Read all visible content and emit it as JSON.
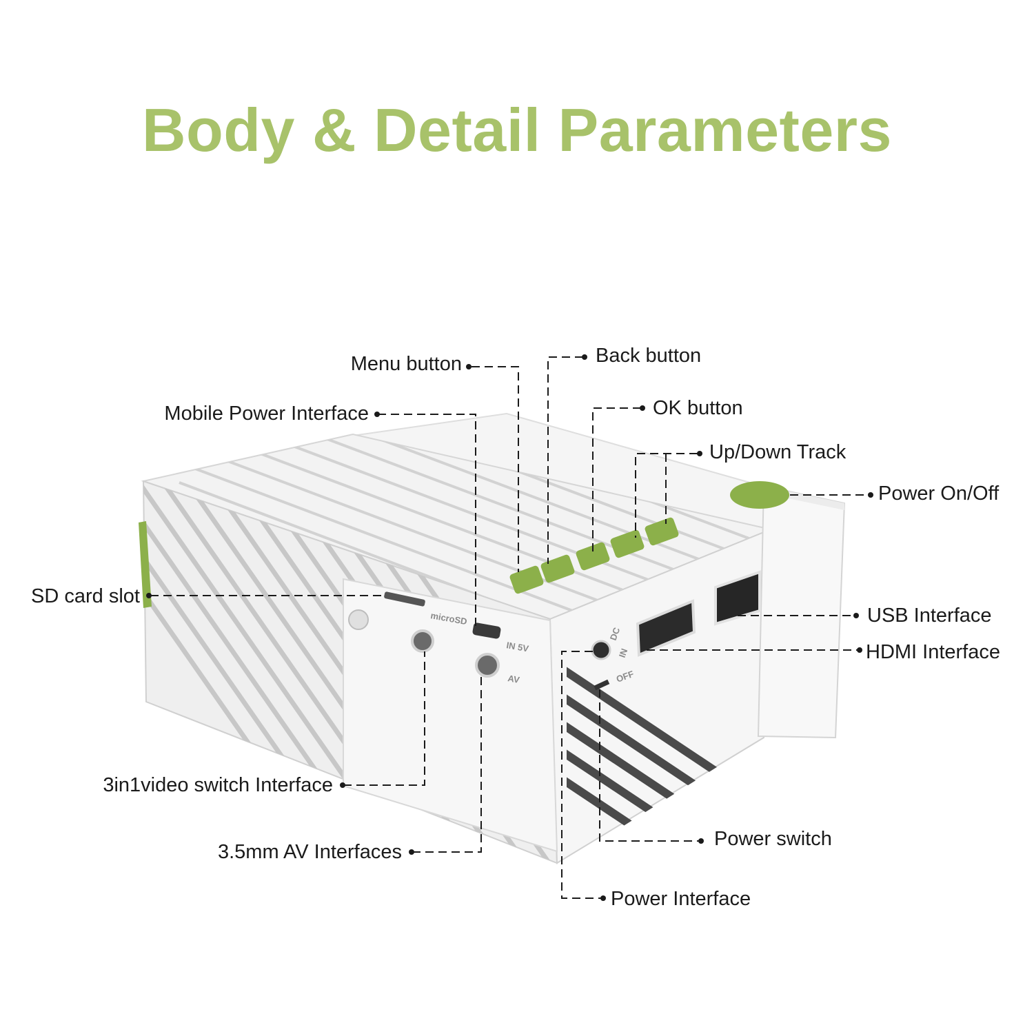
{
  "title": "Body & Detail Parameters",
  "colors": {
    "accent": "#a8c26a",
    "button_green": "#8cb04a",
    "body": "#f2f2f2",
    "stripe": "#c9c9c9",
    "leader": "#1a1a1a"
  },
  "labels": {
    "menu_button": "Menu button",
    "back_button": "Back button",
    "ok_button": "OK button",
    "up_down_track": "Up/Down Track",
    "power_on_off": "Power On/Off",
    "mobile_power_interface": "Mobile Power Interface",
    "sd_card_slot": "SD card slot",
    "usb_interface": "USB Interface",
    "hdmi_interface": "HDMI Interface",
    "video_switch_interface": "3in1video switch Interface",
    "av_interfaces": "3.5mm AV Interfaces",
    "power_switch": "Power switch",
    "power_interface": "Power Interface"
  },
  "device_markings": {
    "microsd": "microSD",
    "in_5v": "IN 5V",
    "av": "AV",
    "dc_in_1": "DC",
    "dc_in_2": "IN",
    "off": "OFF"
  }
}
